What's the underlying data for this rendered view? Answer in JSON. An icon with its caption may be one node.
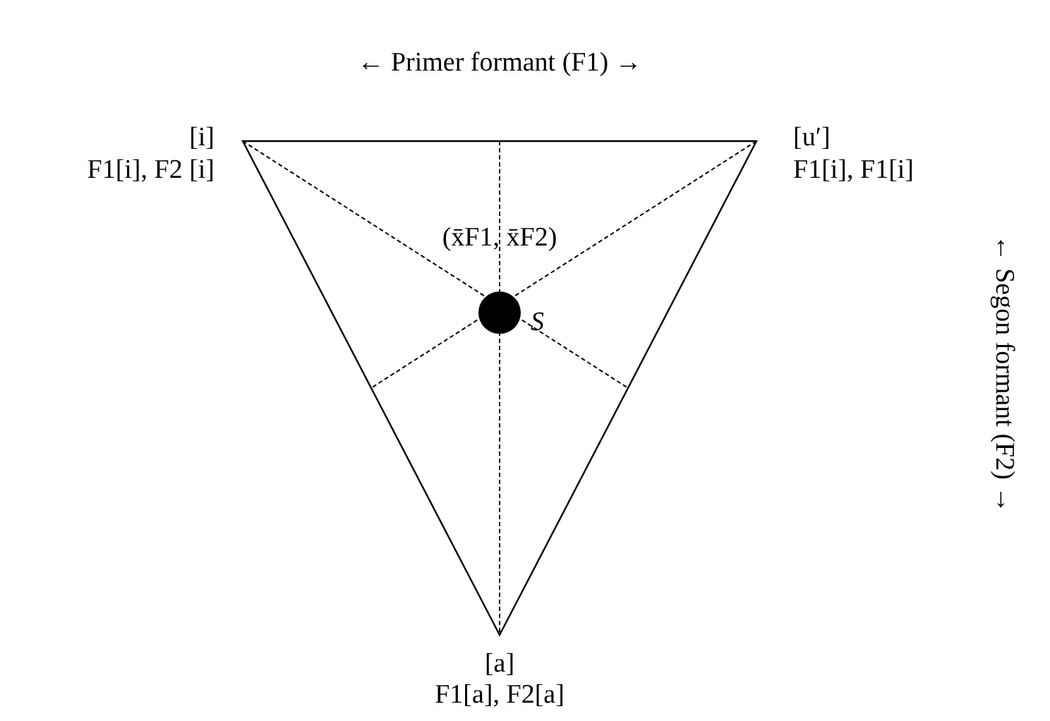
{
  "diagram": {
    "labels": [
      "← Primer formant (F1) →",
      "[i]",
      "F1[i], F2 [i]",
      "[u′]",
      "F1[i], F1[i]",
      "(x̄F1, x̄F2)",
      "S",
      "← Segon formant (F2) →",
      "[a]",
      "F1[a], F2[a]"
    ]
  }
}
